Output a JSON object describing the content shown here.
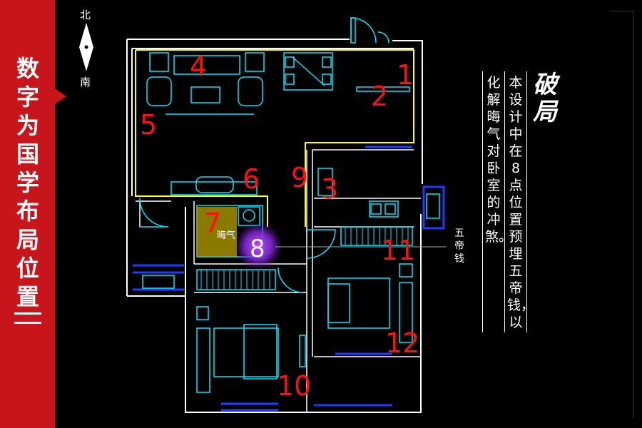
{
  "sidebar": {
    "title": "数字为国学布局位置"
  },
  "compass": {
    "north": "北",
    "south": "南"
  },
  "panel": {
    "title": "破局",
    "text_col1": "本设计中在8点位置预埋五帝钱，以",
    "text_col2": "化解晦气对卧室的冲煞。"
  },
  "plan": {
    "positions": [
      "1",
      "2",
      "3",
      "4",
      "5",
      "6",
      "7",
      "8",
      "9",
      "10",
      "11",
      "12"
    ],
    "overlay_label": "晦气",
    "coin_label": "五帝钱",
    "colors": {
      "wall": "#ffffff",
      "furniture": "#00e5ff",
      "zone": "#ffff00",
      "number": "#ff1010",
      "accent": "#1e3cff"
    }
  }
}
